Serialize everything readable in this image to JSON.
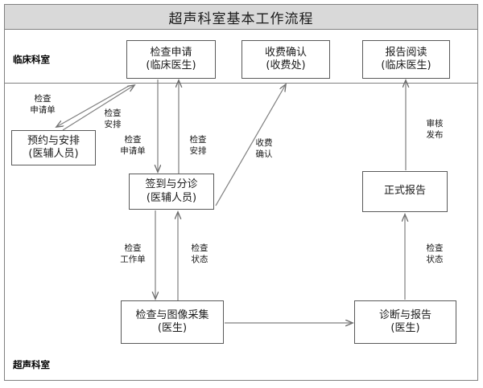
{
  "title": "超声科室基本工作流程",
  "lanes": [
    {
      "id": "clinic",
      "label": "临床科室"
    },
    {
      "id": "ultrasound",
      "label": "超声科室"
    }
  ],
  "nodes": [
    {
      "id": "exam-request",
      "line1": "检查申请",
      "line2": "(临床医生)"
    },
    {
      "id": "fee-confirm",
      "line1": "收费确认",
      "line2": "(收费处)"
    },
    {
      "id": "report-read",
      "line1": "报告阅读",
      "line2": "(临床医生)"
    },
    {
      "id": "booking",
      "line1": "预约与安排",
      "line2": "(医辅人员)"
    },
    {
      "id": "checkin-triage",
      "line1": "签到与分诊",
      "line2": "(医辅人员)"
    },
    {
      "id": "formal-report",
      "line1": "正式报告",
      "line2": ""
    },
    {
      "id": "exam-imaging",
      "line1": "检查与图像采集",
      "line2": "(医生)"
    },
    {
      "id": "diagnosis",
      "line1": "诊断与报告",
      "line2": "(医生)"
    }
  ],
  "edges": [
    {
      "id": "req-to-booking",
      "label_line1": "检查",
      "label_line2": "申请单"
    },
    {
      "id": "booking-to-req",
      "label_line1": "检查",
      "label_line2": "安排"
    },
    {
      "id": "req-to-checkin",
      "label_line1": "检查",
      "label_line2": "申请单"
    },
    {
      "id": "checkin-to-req",
      "label_line1": "检查",
      "label_line2": "安排"
    },
    {
      "id": "checkin-to-fee",
      "label_line1": "收费",
      "label_line2": "确认"
    },
    {
      "id": "checkin-to-imaging",
      "label_line1": "检查",
      "label_line2": "工作单"
    },
    {
      "id": "imaging-to-checkin",
      "label_line1": "检查",
      "label_line2": "状态"
    },
    {
      "id": "diagnosis-to-formal",
      "label_line1": "检查",
      "label_line2": "状态"
    },
    {
      "id": "formal-to-reportread",
      "label_line1": "审核",
      "label_line2": "发布"
    },
    {
      "id": "imaging-to-diagnosis",
      "label_line1": "",
      "label_line2": ""
    }
  ],
  "colors": {
    "header_fill": "#d9d9d9",
    "frame_stroke": "#808080",
    "node_stroke": "#595959",
    "edge_stroke": "#7f7f7f",
    "text": "#1a1a1a"
  }
}
